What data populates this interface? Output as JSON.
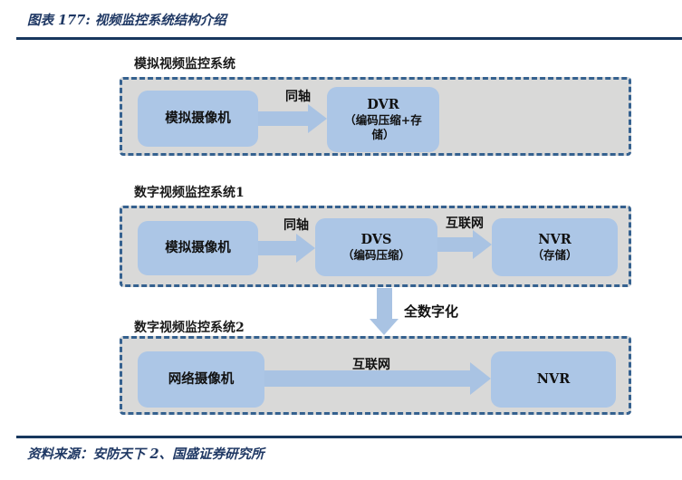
{
  "title": "图表 177:  视频监控系统结构介绍",
  "source": "资料来源：安防天下 2、国盛证券研究所",
  "colors": {
    "accent_navy": "#17375E",
    "title_text": "#1F3864",
    "container_border": "#35618F",
    "container_bg": "#D9D9D8",
    "node_fill": "#ACC6E6",
    "arrow_fill": "#A9C3E3"
  },
  "analog_system": {
    "label": "模拟视频监控系统",
    "camera": "模拟摄像机",
    "link1": "同轴",
    "recorder_name": "DVR",
    "recorder_desc_line1": "（编码压缩+存",
    "recorder_desc_line2": "储）"
  },
  "digital_system_1": {
    "label": "数字视频监控系统1",
    "camera": "模拟摄像机",
    "link1": "同轴",
    "encoder_name": "DVS",
    "encoder_desc": "（编码压缩）",
    "link2": "互联网",
    "recorder_name": "NVR",
    "recorder_desc": "（存储）"
  },
  "transition": {
    "label": "全数字化"
  },
  "digital_system_2": {
    "label": "数字视频监控系统2",
    "camera": "网络摄像机",
    "link1": "互联网",
    "recorder_name": "NVR"
  }
}
